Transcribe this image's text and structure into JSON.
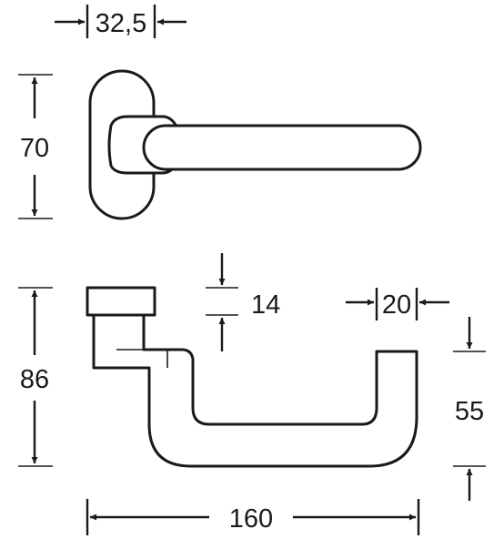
{
  "dimensions": {
    "rose_width": "32,5",
    "rose_height": "70",
    "overall_height": "86",
    "lever_thickness": "14",
    "grip_end_width": "20",
    "grip_drop": "55",
    "overall_length": "160"
  }
}
